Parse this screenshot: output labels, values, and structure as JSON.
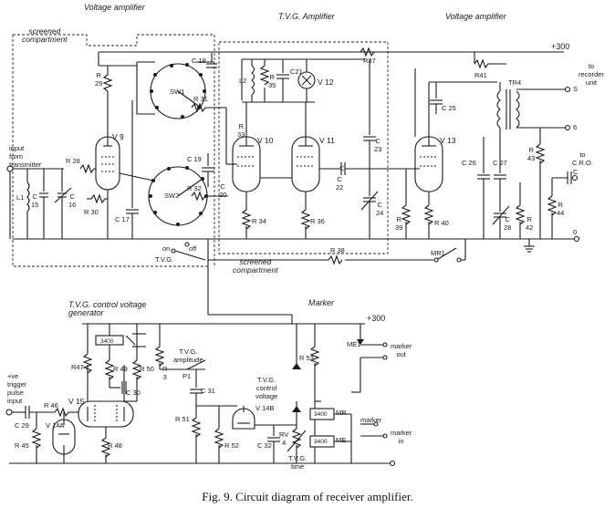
{
  "caption": "Fig. 9.   Circuit diagram of receiver amplifier.",
  "sections": {
    "voltage_amplifier_left": "Voltage amplifier",
    "tvg_amplifier": "T.V.G. Amplifier",
    "voltage_amplifier_right": "Voltage amplifier",
    "tvg_control_generator": "T.V.G. control voltage\ngenerator",
    "marker": "Marker"
  },
  "notes": {
    "screened_top": "screened\ncompartment",
    "screened_bottom": "screened\ncompartment"
  },
  "rails": {
    "hv_top": "+300",
    "hv_bottom": "+300"
  },
  "terminals": {
    "input": "input\nfrom\ntransmitter",
    "to_recorder": "to\nrecorder\nunit",
    "to_cro": "to\nC.R.O.",
    "trigger": "+ve\ntrigger\npulse\ninput",
    "marker_out": "marker\nout",
    "marker_in": "marker\nin",
    "marker_small": "marker",
    "term_s": "S",
    "term_6": "6",
    "term_c": "C",
    "term_0": "0"
  },
  "switches": {
    "tvg_on_off_on": "on",
    "tvg_on_off_off": "off",
    "tvg_on_off": "T.V.G.",
    "sw1": "SW1",
    "sw2": "SW2",
    "mr1": "MR1",
    "me1": "ME1",
    "me_label": "ME",
    "mr_label": "MR",
    "relay_value_1": "3400",
    "relay_value_2": "3400",
    "relay_value_3": "3400",
    "tvg_amplitude": "T.V.G.\namplitude",
    "tvg_control_voltage": "T.V.G.\ncontrol\nvoltage",
    "tvg_time": "T.V.G.\ntime"
  },
  "valves": {
    "v9": "V 9",
    "v10": "V 10",
    "v11": "V 11",
    "v12": "V 12",
    "v13": "V 13",
    "v14a": "V 14A",
    "v14b": "V 14B",
    "v15": "V 15"
  },
  "components": {
    "r28": "R 28",
    "r29": "R\n29",
    "r30": "R 30",
    "r31": "R 31",
    "r32": "R 32",
    "r33": "R\n33",
    "r34": "R 34",
    "r35": "R\n35",
    "r36": "R 36",
    "r37": "R37",
    "r38": "R 38",
    "r39": "R\n39",
    "r40": "R 40",
    "r41": "R41",
    "r42": "R\n42",
    "r43": "R\n43",
    "r44": "R\n44",
    "r45": "R 45",
    "r46": "R 46",
    "r47": "R47",
    "r48": "R 48",
    "r49": "R 49",
    "r50": "R 50",
    "r51": "R 51",
    "r52": "R 52",
    "r53": "R 53",
    "r3": "R\n3",
    "c15": "C\n15",
    "c16": "C\n16",
    "c17": "C 17",
    "c18": "C 18",
    "c19": "C 19",
    "c20": "C\n20",
    "c21": "C21",
    "c22": "C\n22",
    "c23": "C\n23",
    "c24": "C\n24",
    "c25": "C 25",
    "c26": "C 26",
    "c27": "C 27",
    "c28": "C\n28",
    "c29": "C 29",
    "c30": "C 30",
    "c31": "C 31",
    "c32": "C 32",
    "l1": "L1",
    "l2": "L2",
    "tr4": "TR4",
    "rv4": "RV\n4",
    "p1": "P1",
    "c21b": "C"
  }
}
